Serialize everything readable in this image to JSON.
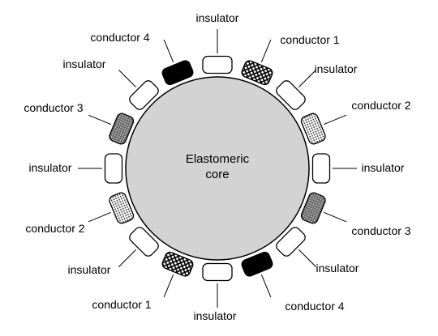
{
  "core": {
    "lines": [
      "Elastomeric",
      "core"
    ],
    "fill": "#d3d3d3"
  },
  "patterns": {
    "insulator": "white",
    "conductor_1": "crosshatch",
    "conductor_2": "dots",
    "conductor_3": "dark-stipple",
    "conductor_4": "solid-black"
  },
  "segments": [
    {
      "label": "insulator",
      "type": "insulator"
    },
    {
      "label": "conductor 1",
      "type": "conductor_1"
    },
    {
      "label": "insulator",
      "type": "insulator"
    },
    {
      "label": "conductor 2",
      "type": "conductor_2"
    },
    {
      "label": "insulator",
      "type": "insulator"
    },
    {
      "label": "conductor 3",
      "type": "conductor_3"
    },
    {
      "label": "insulator",
      "type": "insulator"
    },
    {
      "label": "conductor 4",
      "type": "conductor_4"
    },
    {
      "label": "insulator",
      "type": "insulator"
    },
    {
      "label": "conductor 1",
      "type": "conductor_1"
    },
    {
      "label": "insulator",
      "type": "insulator"
    },
    {
      "label": "conductor 2",
      "type": "conductor_2"
    },
    {
      "label": "insulator",
      "type": "insulator"
    },
    {
      "label": "conductor 3",
      "type": "conductor_3"
    },
    {
      "label": "insulator",
      "type": "insulator"
    },
    {
      "label": "conductor 4",
      "type": "conductor_4"
    }
  ]
}
